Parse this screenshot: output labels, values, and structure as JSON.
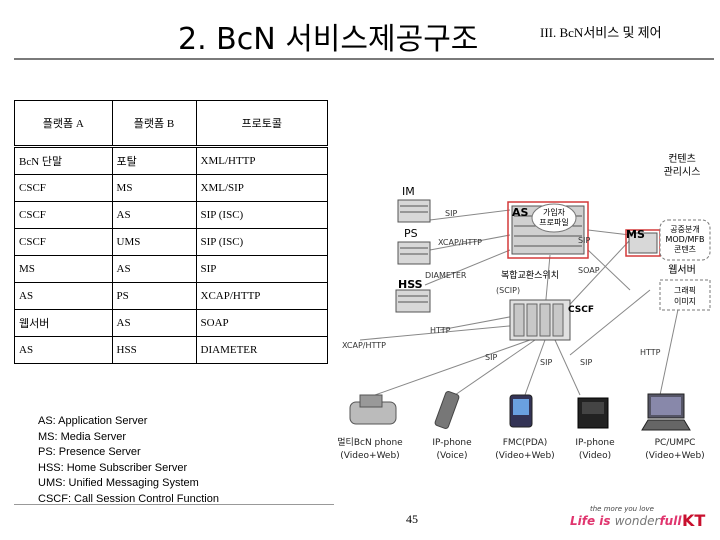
{
  "title": "2. BcN 서비스제공구조",
  "section": "III. BcN서비스 및 제어",
  "table": {
    "headers": [
      "플랫폼 A",
      "플랫폼 B",
      "프로토콜"
    ],
    "rows": [
      [
        "BcN 단말",
        "포탈",
        "XML/HTTP"
      ],
      [
        "CSCF",
        "MS",
        "XML/SIP"
      ],
      [
        "CSCF",
        "AS",
        "SIP (ISC)"
      ],
      [
        "CSCF",
        "UMS",
        "SIP (ISC)"
      ],
      [
        "MS",
        "AS",
        "SIP"
      ],
      [
        "AS",
        "PS",
        "XCAP/HTTP"
      ],
      [
        "웹서버",
        "AS",
        "SOAP"
      ],
      [
        "AS",
        "HSS",
        "DIAMETER"
      ]
    ]
  },
  "diagram": {
    "nodes": {
      "im": "IM",
      "as": "AS",
      "subscriber_profile": [
        "가입자",
        "프로파일"
      ],
      "ps": "PS",
      "hss": "HSS",
      "ms": "MS",
      "content_mgmt": [
        "컨텐츠",
        "관리시스"
      ],
      "storage": [
        "공중분개",
        "MOD/MFB",
        "콘텐츠"
      ],
      "web_server": "웹서버",
      "web_sub": [
        "그래픽",
        "이미지"
      ],
      "softswitch": "복합교환스위치",
      "cscf": "CSCF"
    },
    "links": {
      "sip1": "SIP",
      "xcap": "XCAP/HTTP",
      "sip2": "SIP",
      "soap": "SOAP",
      "diameter": "DIAMETER",
      "isc": "(SCIP)",
      "http1": "HTTP",
      "xcap2": "XCAP/HTTP",
      "sip3": "SIP",
      "sip4": "SIP",
      "sip5": "SIP",
      "http2": "HTTP"
    },
    "terminals": [
      {
        "name": "멀티BcN phone",
        "sub": "(Video+Web)"
      },
      {
        "name": "IP-phone",
        "sub": "(Voice)"
      },
      {
        "name": "FMC(PDA)",
        "sub": "(Video+Web)"
      },
      {
        "name": "IP-phone",
        "sub": "(Video)"
      },
      {
        "name": "PC/UMPC",
        "sub": "(Video+Web)"
      }
    ]
  },
  "legend": [
    "AS: Application Server",
    "MS: Media Server",
    "PS: Presence Server",
    "HSS: Home Subscriber Server",
    "UMS: Unified Messaging System",
    "CSCF: Call Session Control Function"
  ],
  "page_number": "45",
  "logo": {
    "tagline": "the more you love",
    "slogan_a": "Life is ",
    "slogan_b": "wonder",
    "slogan_c": "full",
    "brand": "KT"
  },
  "colors": {
    "accent": "#c8102e",
    "highlight_box": "#d43a3a"
  }
}
